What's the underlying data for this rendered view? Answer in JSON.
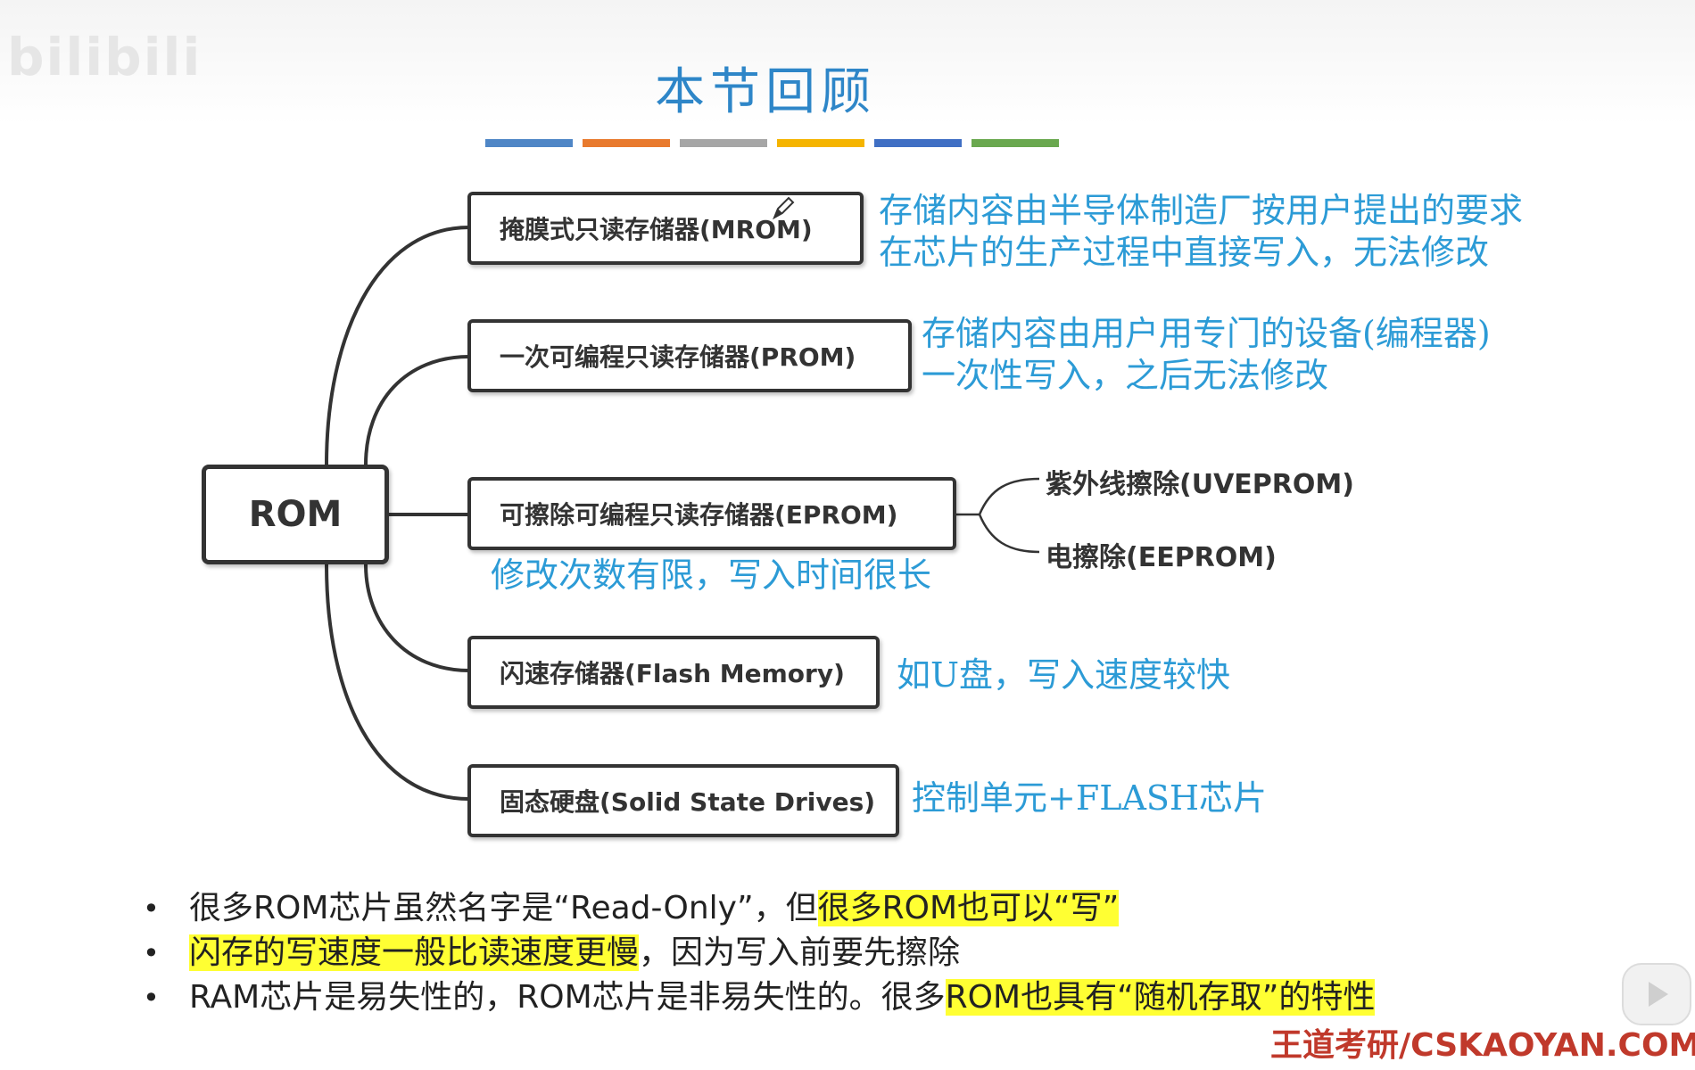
{
  "watermark": "bilibili",
  "title": "本节回顾",
  "color_bars": [
    "#4f86c6",
    "#e87a2e",
    "#a6a6a6",
    "#f5b400",
    "#3f6fc4",
    "#6aa84f"
  ],
  "root": "ROM",
  "branches": [
    {
      "label": "掩膜式只读存储器(MROM)",
      "note": [
        "存储内容由半导体制造厂按用户提出的要求",
        "在芯片的生产过程中直接写入，无法修改"
      ]
    },
    {
      "label": "一次可编程只读存储器(PROM)",
      "note": [
        "存储内容由用户用专门的设备(编程器)",
        "一次性写入，之后无法修改"
      ]
    },
    {
      "label": "可擦除可编程只读存储器(EPROM)",
      "note": [
        "修改次数有限，写入时间很长"
      ],
      "children": [
        "紫外线擦除(UVEPROM)",
        "电擦除(EEPROM)"
      ]
    },
    {
      "label": "闪速存储器(Flash Memory)",
      "note": [
        "如U盘，写入速度较快"
      ]
    },
    {
      "label": "固态硬盘(Solid State Drives)",
      "note": [
        "控制单元+FLASH芯片"
      ]
    }
  ],
  "bullets": [
    {
      "plain": "很多ROM芯片虽然名字是“Read-Only”，但",
      "highlight": "很多ROM也可以“写”",
      "after": ""
    },
    {
      "plain": "",
      "highlight": "闪存的写速度一般比读速度更慢",
      "after": "，因为写入前要先擦除"
    },
    {
      "plain": "RAM芯片是易失性的，ROM芯片是非易失性的。很多",
      "highlight": "ROM也具有“随机存取”的特性",
      "after": ""
    }
  ],
  "bullet_symbol": "•",
  "footer": "王道考研/CSKAOYAN.COM",
  "colors": {
    "title": "#2e86c8",
    "note": "#2c9bd6",
    "highlight": "#ffff33",
    "footer": "#c0392b"
  }
}
